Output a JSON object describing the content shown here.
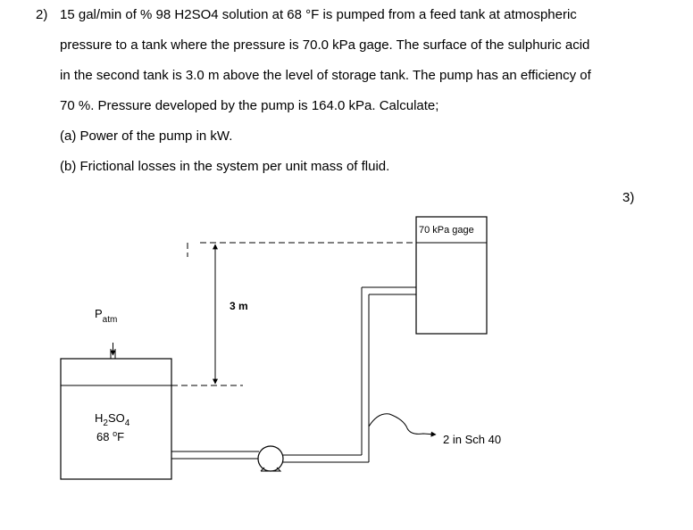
{
  "problem": {
    "number": "2)",
    "lines": [
      "15 gal/min of % 98 H2SO4 solution at 68 °F is pumped from a feed tank at atmospheric",
      "pressure to a tank where the pressure is 70.0 kPa gage. The surface of the sulphuric acid",
      "in the second tank is 3.0 m above the level of storage tank. The pump has an efficiency of",
      "70 %. Pressure developed by the pump is 164.0 kPa. Calculate;",
      "(a) Power of the pump in kW.",
      "(b) Frictional losses in the system per unit mass of fluid."
    ],
    "next_number": "3)"
  },
  "diagram": {
    "patm_main": "P",
    "patm_sub": "atm",
    "fluid_main": "H",
    "fluid_sub2": "2",
    "fluid_so": "SO",
    "fluid_sub4": "4",
    "temp_value": "68 ",
    "temp_sup": "o",
    "temp_unit": "F",
    "height_label": "3 m",
    "tank2_label": "70 kPa gage",
    "pipe_label": "2 in Sch 40"
  }
}
